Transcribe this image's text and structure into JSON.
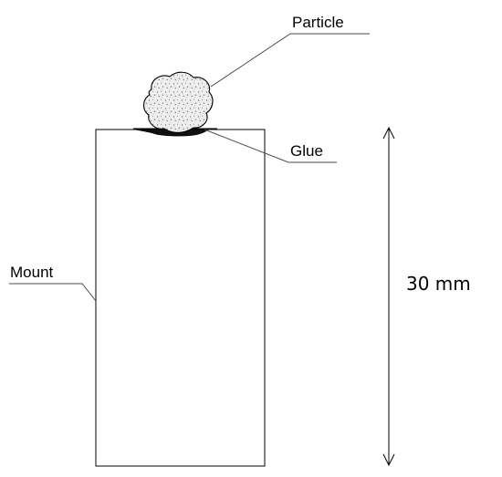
{
  "labels": {
    "particle": "Particle",
    "glue": "Glue",
    "mount": "Mount",
    "dimension": "30 mm"
  },
  "colors": {
    "line": "#000000",
    "leader": "#4a4a4a",
    "particle_fill": "#ececec",
    "particle_speckle": "#7a7a7a",
    "glue_fill": "#111111"
  }
}
